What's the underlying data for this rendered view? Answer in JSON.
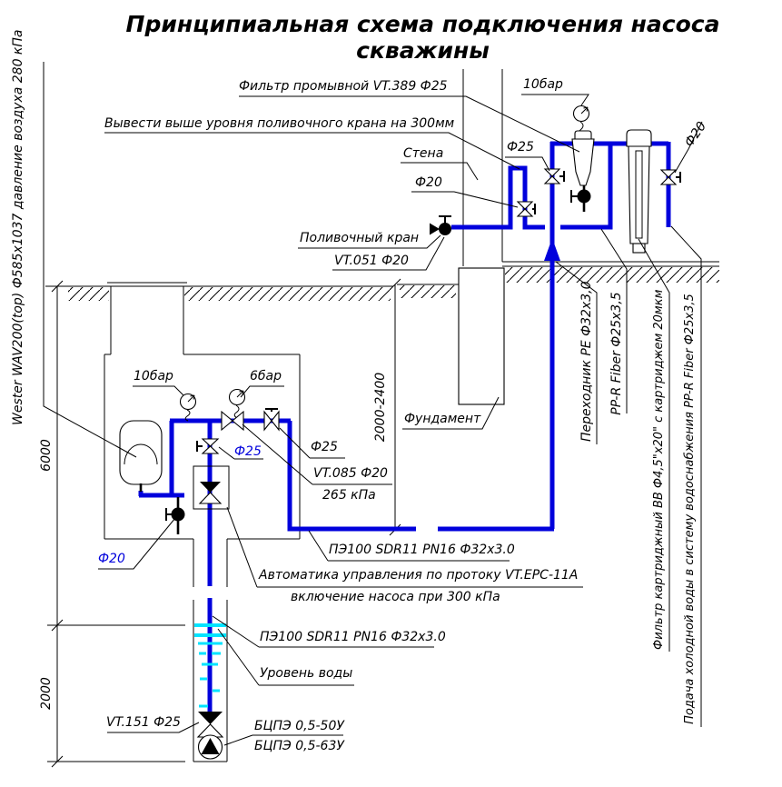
{
  "title": "Принципиальная схема подключения насоса скважины",
  "labels": {
    "wester_tank": "Wester WAV200(top) Ф585х1037 давление воздуха 280 кПа",
    "flush_filter": "Фильтр промывной VT.389 Ф25",
    "route_above": "Вывести выше уровня поливочного крана на 300мм",
    "wall": "Стена",
    "d20_wall": "Ф20",
    "bar10_top": "10бар",
    "d25_top": "Ф25",
    "d20_right": "Ф20",
    "garden_tap": "Поливочный кран",
    "tap_model": "VT.051 Ф20",
    "foundation": "Фундамент",
    "pe_adapter": "Переходник PE Ф32х3,0",
    "ppr_pipe": "PP-R Fiber Ф25х3,5",
    "cartridge_filter": "Фильтр картриджный ВВ Ф4,5\"х20\" с картриджем 20мкм",
    "cold_supply": "Подача холодной воды в систему водоснабжения PP-R Fiber Ф25х3,5",
    "bar10_pit": "10бар",
    "bar6_pit": "6бар",
    "d25_pit_left": "Ф25",
    "d25_pit_right": "Ф25",
    "reducer": "VT.085 Ф20",
    "reducer_pressure": "265 кПа",
    "d20_drain": "Ф20",
    "pe_pipe_top": "ПЭ100 SDR11 PN16 Ф32х3.0",
    "flow_automation": "Автоматика управления по протоку VT.EPC-11A",
    "flow_automation2": "включение насоса при 300 кПа",
    "pe_pipe_well": "ПЭ100 SDR11 PN16 Ф32х3.0",
    "water_level": "Уровень воды",
    "check_valve": "VT.151 Ф25",
    "pump1": "БЦПЭ 0,5-50У",
    "pump2": "БЦПЭ 0,5-63У"
  },
  "dimensions": {
    "depth_to_water": "6000",
    "water_depth": "2000",
    "pit_height": "2000-2400"
  },
  "colors": {
    "pipe": "#0000dc",
    "water": "#00e4ff",
    "line": "#000000"
  }
}
